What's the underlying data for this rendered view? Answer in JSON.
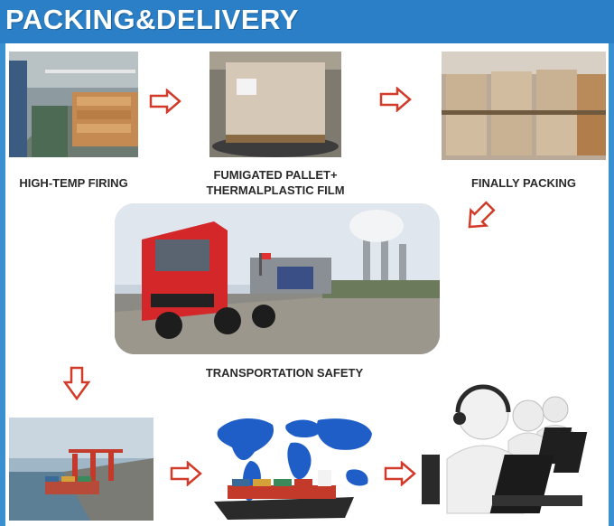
{
  "header": {
    "title": "PACKING&DELIVERY"
  },
  "steps": {
    "firing": {
      "label": "HIGH-TEMP FIRING",
      "icon": "factory-kiln-photo"
    },
    "pallet": {
      "label_line1": "FUMIGATED PALLET+",
      "label_line2": "THERMALPLASTIC FILM",
      "icon": "wrapped-pallet-photo"
    },
    "packing": {
      "label": "FINALLY PACKING",
      "icon": "stacked-pallets-photo"
    },
    "transport": {
      "label": "TRANSPORTATION SAFETY",
      "icon": "red-truck-photo"
    },
    "port": {
      "icon": "container-port-photo"
    },
    "shipping": {
      "icon": "world-map-ship-photo"
    },
    "service": {
      "icon": "customer-service-agents-photo"
    }
  },
  "colors": {
    "header": "#2b7fc6",
    "arrow": "#d23a2a",
    "background": "#ffffff"
  }
}
